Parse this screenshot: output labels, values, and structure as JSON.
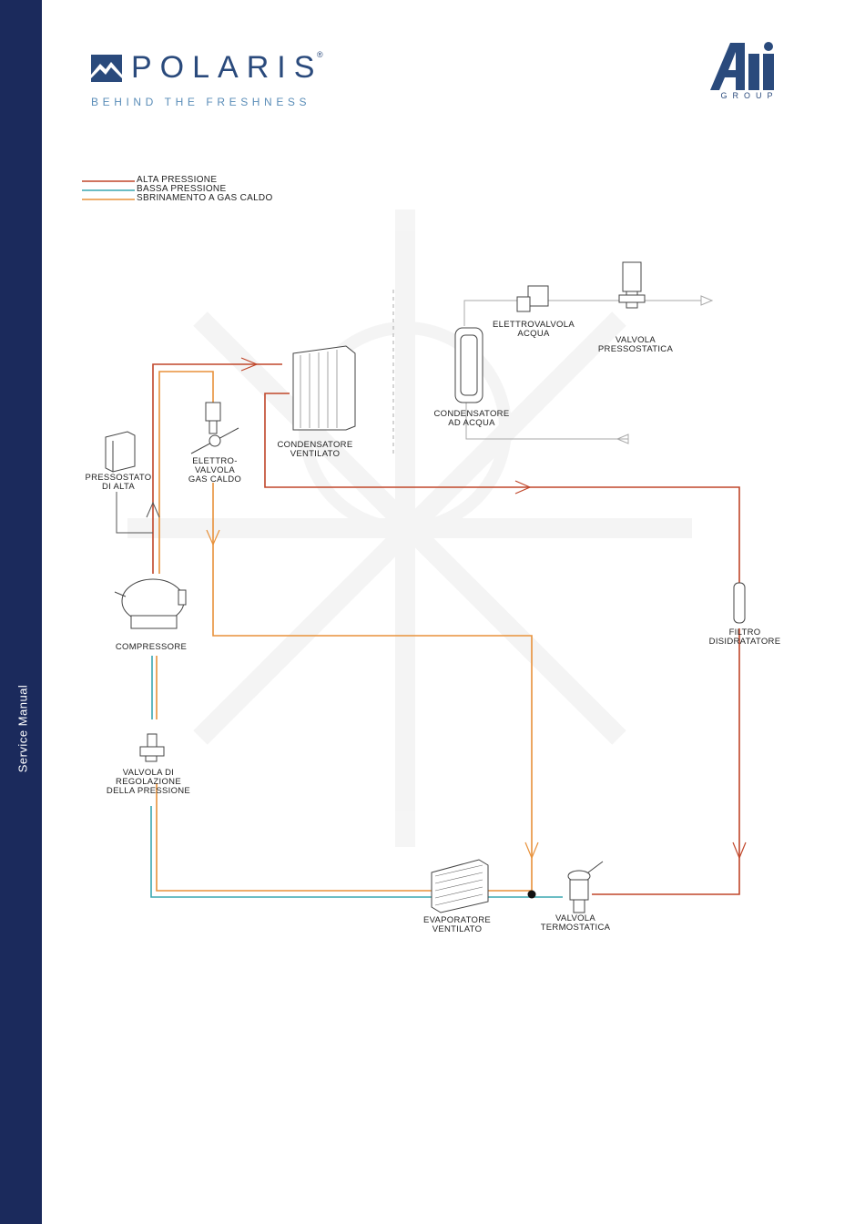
{
  "sidebar": {
    "label": "Service Manual",
    "color": "#1b2a5c"
  },
  "brand": {
    "name": "POLARIS",
    "registered": "®",
    "tagline": "BEHIND THE FRESHNESS"
  },
  "group_logo": {
    "label": "GROUP"
  },
  "legend": [
    {
      "label": "ALTA PRESSIONE",
      "color": "#c0462a"
    },
    {
      "label": "BASSA PRESSIONE",
      "color": "#3aa7b0"
    },
    {
      "label": "SBRINAMENTO A GAS CALDO",
      "color": "#e8913a"
    }
  ],
  "components": {
    "condensatore_ventilato": "CONDENSATORE\nVENTILATO",
    "elettrovalvola_gas_caldo": "ELETTRO-\nVALVOLA\nGAS CALDO",
    "pressostato": "PRESSOSTATO\nDI ALTA",
    "compressore": "COMPRESSORE",
    "valvola_regolazione": "VALVOLA DI\nREGOLAZIONE\nDELLA PRESSIONE",
    "evaporatore": "EVAPORATORE\nVENTILATO",
    "valvola_termostatica": "VALVOLA\nTERMOSTATICA",
    "filtro": "FILTRO\nDISIDRATATORE",
    "elettrovalvola_acqua": "ELETTROVALVOLA\nACQUA",
    "valvola_pressostatica": "VALVOLA\nPRESSOSTATICA",
    "condensatore_acqua": "CONDENSATORE\nAD ACQUA"
  }
}
